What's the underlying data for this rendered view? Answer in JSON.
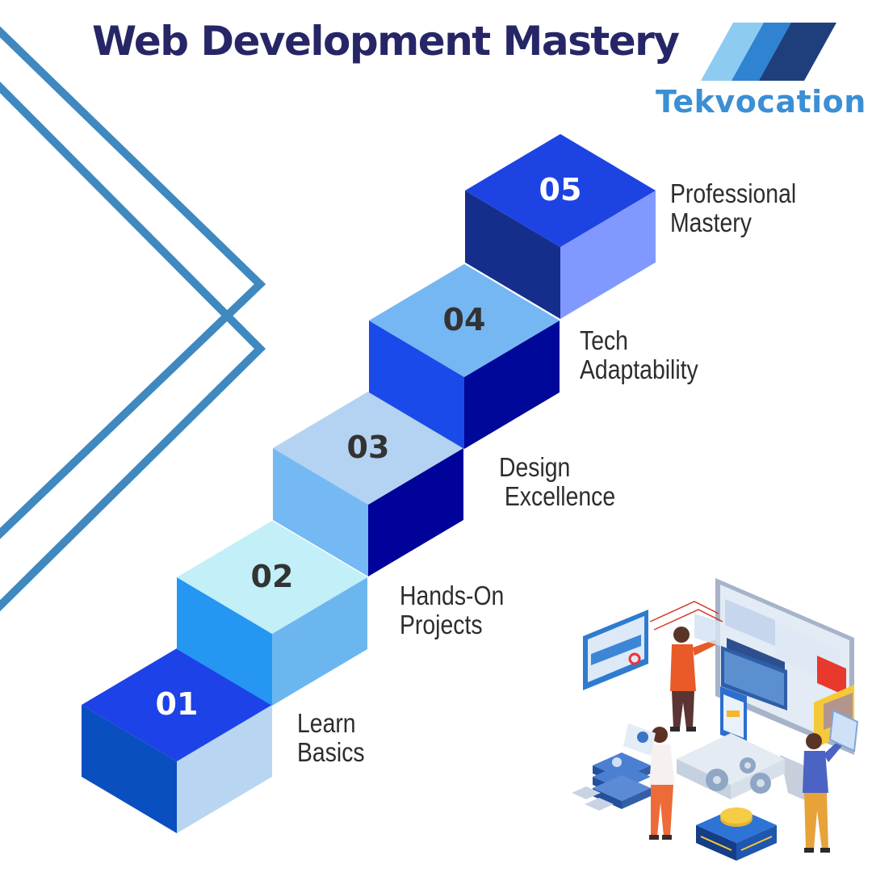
{
  "title": "Web Development Mastery",
  "brand": {
    "name": "Tekvocation"
  },
  "steps": [
    {
      "number": "01",
      "line1": "Learn",
      "line2": "Basics"
    },
    {
      "number": "02",
      "line1": "Hands-On",
      "line2": "Projects"
    },
    {
      "number": "03",
      "line1": "Design",
      "line2": "Excellence"
    },
    {
      "number": "04",
      "line1": "Tech",
      "line2": "Adaptability"
    },
    {
      "number": "05",
      "line1": "Professional",
      "line2": "Mastery"
    }
  ],
  "colors": {
    "title": "#262667",
    "brand": "#3b8fd4",
    "frame_lines": "#3f88c0",
    "number_light": "#ffffff",
    "number_dark": "#333333"
  },
  "icons": [
    "tekvocation-logo-icon",
    "web-developers-illustration"
  ]
}
